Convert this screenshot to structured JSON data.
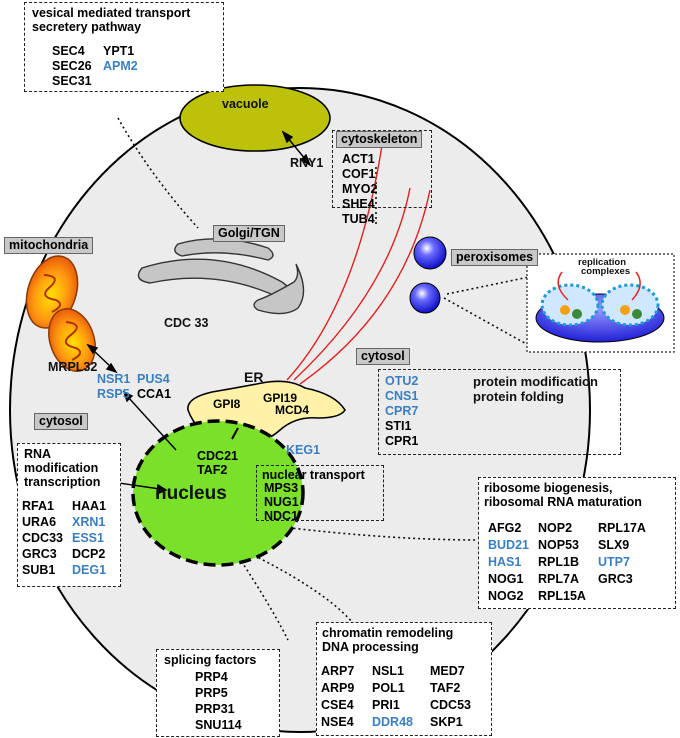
{
  "colors": {
    "cell_fill": "#ececec",
    "vacuole": "#bcc20a",
    "er": "#fff2a8",
    "nucleus": "#7ae02a",
    "peroxisome": "#2a2aee",
    "mitochondria_outer": "#f27a10",
    "mitochondria_inner": "#ffd200",
    "gene_blue": "#3a7fc0",
    "cytoskeleton": "#e32020"
  },
  "vesical": {
    "title1": "vesical mediated transport",
    "title2": "secretery pathway",
    "genes": [
      {
        "name": "SEC4",
        "blue": false
      },
      {
        "name": "YPT1",
        "blue": false
      },
      {
        "name": "SEC26",
        "blue": false
      },
      {
        "name": "APM2",
        "blue": true
      },
      {
        "name": "SEC31",
        "blue": false
      }
    ]
  },
  "vacuole": {
    "label": "vacuole",
    "gene": "RNY1"
  },
  "cytoskeleton": {
    "tag": "cytoskeleton",
    "genes": [
      "ACT1",
      "COF1",
      "MYO2",
      "SHE4",
      "TUB4"
    ]
  },
  "golgi": {
    "tag": "Golgi/TGN",
    "gene": "CDC 33"
  },
  "mitochondria": {
    "tag": "mitochondria",
    "gene": "MRPL32"
  },
  "peroxisomes": {
    "tag": "peroxisomes"
  },
  "replication": {
    "label1": "replication",
    "label2": "complexes"
  },
  "cytosol_right": {
    "tag": "cytosol",
    "genes": [
      {
        "name": "OTU2",
        "blue": true
      },
      {
        "name": "CNS1",
        "blue": true
      },
      {
        "name": "CPR7",
        "blue": true
      },
      {
        "name": "STI1",
        "blue": false
      },
      {
        "name": "CPR1",
        "blue": false
      }
    ],
    "desc1": "protein modification",
    "desc2": "protein folding"
  },
  "er": {
    "label": "ER",
    "genes": [
      "GPI8",
      "GPI19",
      "MCD4"
    ],
    "keg": "KEG1"
  },
  "nsr": {
    "genes": [
      {
        "name": "NSR1",
        "blue": true
      },
      {
        "name": "PUS4",
        "blue": true
      },
      {
        "name": "RSP5",
        "blue": true
      },
      {
        "name": "CCA1",
        "blue": false
      }
    ]
  },
  "cytosol_left": {
    "tag": "cytosol"
  },
  "nucleus": {
    "label": "nucleus",
    "genes": [
      "CDC21",
      "TAF2"
    ],
    "transport_title": "nuclear transport",
    "transport_genes": [
      "MPS3",
      "NUG1",
      "NDC1"
    ]
  },
  "rna": {
    "title1": "RNA",
    "title2": "modification",
    "title3": "transcription",
    "genes": [
      {
        "name": "RFA1",
        "blue": false
      },
      {
        "name": "HAA1",
        "blue": false
      },
      {
        "name": "URA6",
        "blue": false
      },
      {
        "name": "XRN1",
        "blue": true
      },
      {
        "name": "CDC33",
        "blue": false
      },
      {
        "name": "ESS1",
        "blue": true
      },
      {
        "name": "GRC3",
        "blue": false
      },
      {
        "name": "DCP2",
        "blue": false
      },
      {
        "name": "SUB1",
        "blue": false
      },
      {
        "name": "DEG1",
        "blue": true
      }
    ]
  },
  "ribosome": {
    "title1": "ribosome biogenesis,",
    "title2": "ribosomal RNA maturation",
    "genes": [
      {
        "name": "AFG2",
        "blue": false
      },
      {
        "name": "NOP2",
        "blue": false
      },
      {
        "name": "RPL17A",
        "blue": false
      },
      {
        "name": "BUD21",
        "blue": true
      },
      {
        "name": "NOP53",
        "blue": false
      },
      {
        "name": "SLX9",
        "blue": false
      },
      {
        "name": "HAS1",
        "blue": true
      },
      {
        "name": "RPL1B",
        "blue": false
      },
      {
        "name": "UTP7",
        "blue": true
      },
      {
        "name": "NOG1",
        "blue": false
      },
      {
        "name": "RPL7A",
        "blue": false
      },
      {
        "name": "GRC3",
        "blue": false
      },
      {
        "name": "NOG2",
        "blue": false
      },
      {
        "name": "RPL15A",
        "blue": false
      }
    ]
  },
  "splicing": {
    "title": "splicing factors",
    "genes": [
      "PRP4",
      "PRP5",
      "PRP31",
      "SNU114"
    ]
  },
  "chromatin": {
    "title1": "chromatin remodeling",
    "title2": "DNA processing",
    "genes": [
      {
        "name": "ARP7",
        "blue": false
      },
      {
        "name": "NSL1",
        "blue": false
      },
      {
        "name": "MED7",
        "blue": false
      },
      {
        "name": "ARP9",
        "blue": false
      },
      {
        "name": "POL1",
        "blue": false
      },
      {
        "name": "TAF2",
        "blue": false
      },
      {
        "name": "CSE4",
        "blue": false
      },
      {
        "name": "PRI1",
        "blue": false
      },
      {
        "name": "CDC53",
        "blue": false
      },
      {
        "name": "NSE4",
        "blue": false
      },
      {
        "name": "DDR48",
        "blue": true
      },
      {
        "name": "SKP1",
        "blue": false
      }
    ]
  }
}
